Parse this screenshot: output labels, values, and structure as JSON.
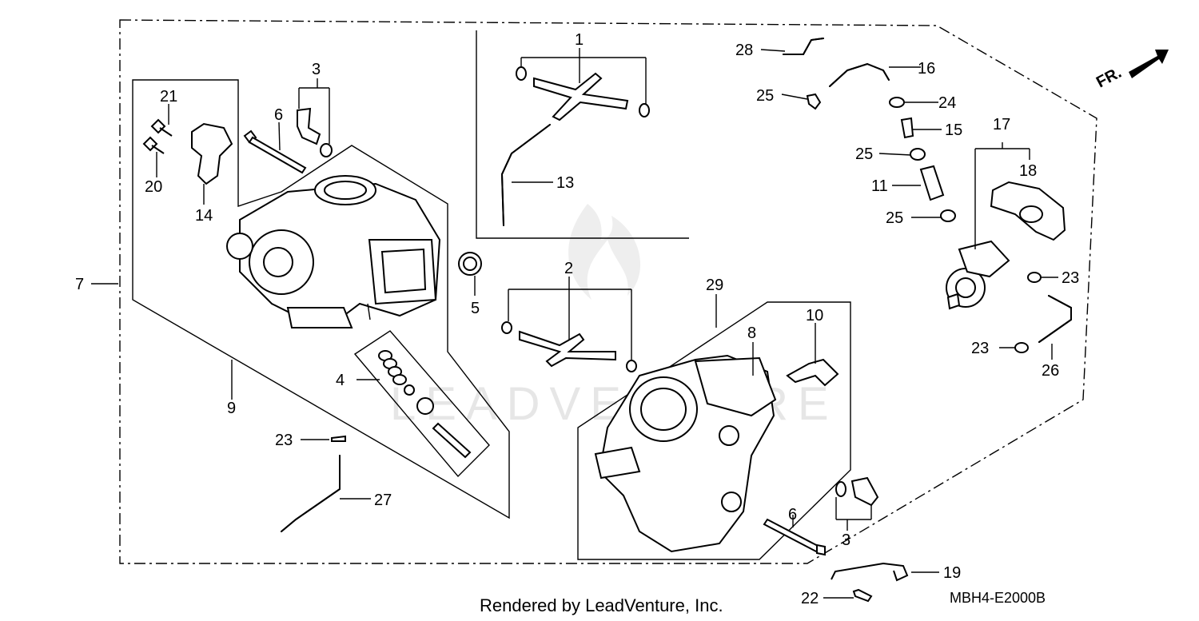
{
  "footer": {
    "rendered_by": "Rendered by LeadVenture, Inc.",
    "diagram_code": "MBH4-E2000B"
  },
  "direction_label": "FR.",
  "watermark": "LEADVENTURE",
  "callouts": {
    "c1": "1",
    "c2": "2",
    "c3a": "3",
    "c3b": "3",
    "c4": "4",
    "c5": "5",
    "c6a": "6",
    "c6b": "6",
    "c7": "7",
    "c8": "8",
    "c9": "9",
    "c10": "10",
    "c11": "11",
    "c13": "13",
    "c14": "14",
    "c15": "15",
    "c16": "16",
    "c17": "17",
    "c18": "18",
    "c19": "19",
    "c20": "20",
    "c21": "21",
    "c22": "22",
    "c23a": "23",
    "c23b": "23",
    "c23c": "23",
    "c24": "24",
    "c25a": "25",
    "c25b": "25",
    "c25c": "25",
    "c26": "26",
    "c27": "27",
    "c28": "28",
    "c29": "29"
  }
}
